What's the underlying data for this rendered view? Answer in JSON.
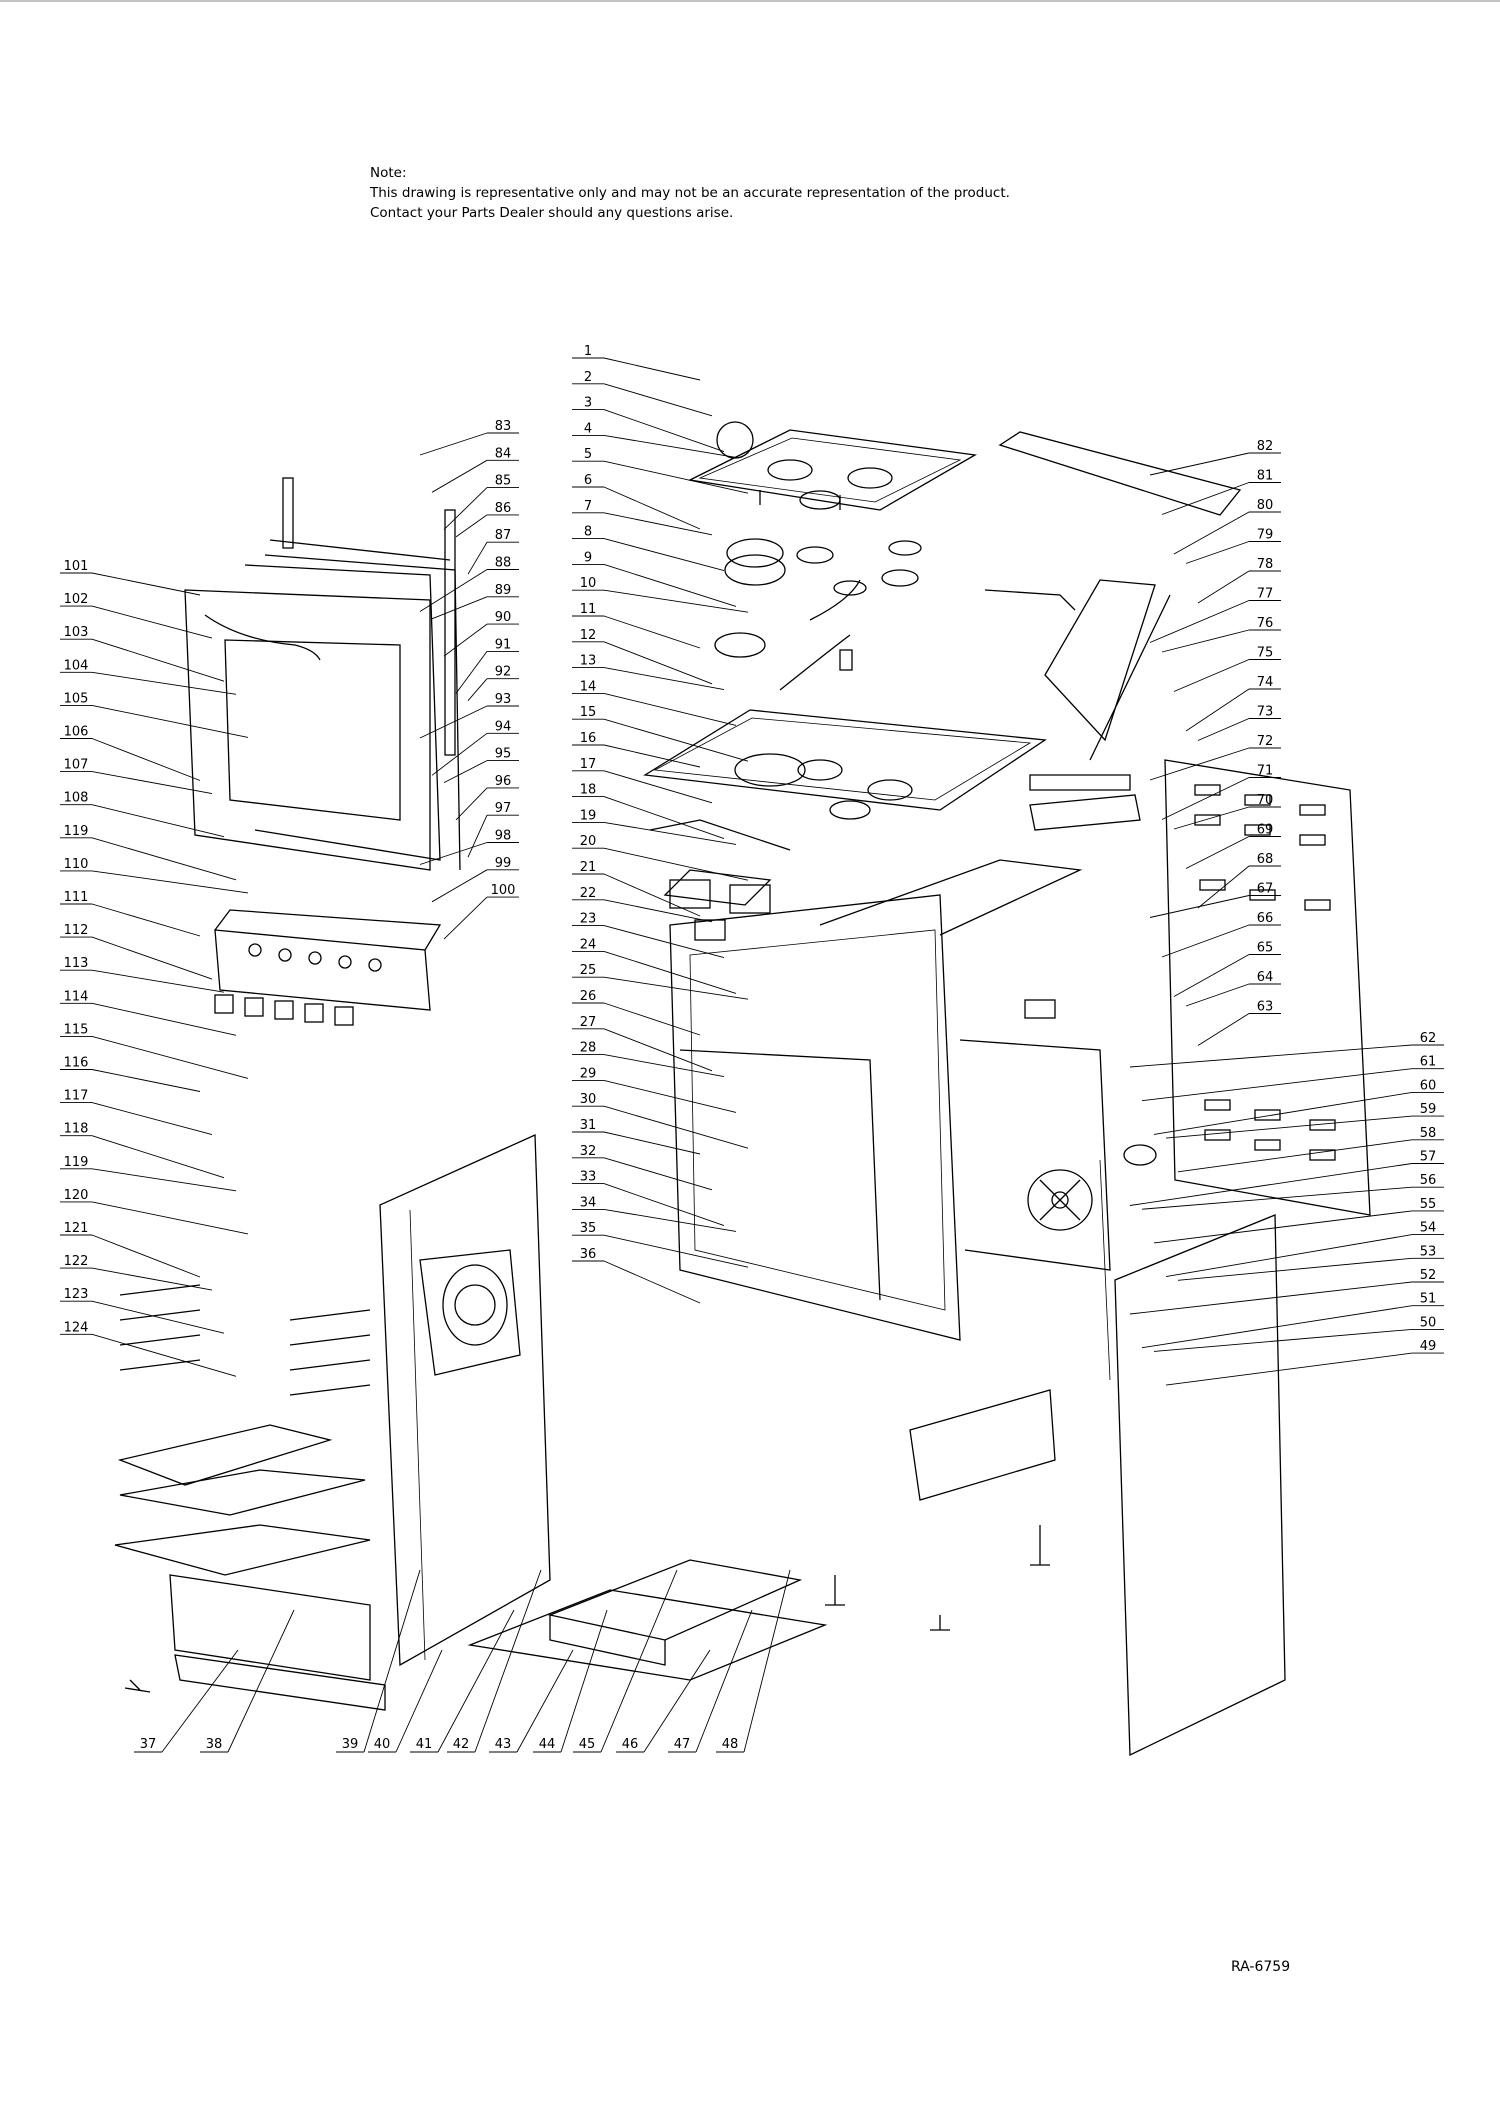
{
  "note": {
    "heading": "Note:",
    "line1": "This drawing is representative only and may not be an accurate representation of the product.",
    "line2": "Contact your Parts Dealer should any questions arise."
  },
  "drawing_code": "RA-6759",
  "part_numbers": {
    "top_left": [
      "83",
      "84",
      "85",
      "86",
      "87",
      "88",
      "89",
      "90",
      "91",
      "92",
      "93",
      "94",
      "95",
      "96",
      "97",
      "98",
      "99",
      "100"
    ],
    "left": [
      "101",
      "102",
      "103",
      "104",
      "105",
      "106",
      "107",
      "108",
      "119",
      "110",
      "111",
      "112",
      "113",
      "114",
      "115",
      "116",
      "117",
      "118",
      "119",
      "120",
      "121",
      "122",
      "123",
      "124"
    ],
    "center": [
      "1",
      "2",
      "3",
      "4",
      "5",
      "6",
      "7",
      "8",
      "9",
      "10",
      "11",
      "12",
      "13",
      "14",
      "15",
      "16",
      "17",
      "18",
      "19",
      "20",
      "21",
      "22",
      "23",
      "24",
      "25",
      "26",
      "27",
      "28",
      "29",
      "30",
      "31",
      "32",
      "33",
      "34",
      "35",
      "36"
    ],
    "upper_right": [
      "82",
      "81",
      "80",
      "79",
      "78",
      "77",
      "76",
      "75",
      "74",
      "73",
      "72",
      "71",
      "70",
      "69",
      "68",
      "67",
      "66",
      "65",
      "64",
      "63"
    ],
    "right": [
      "62",
      "61",
      "60",
      "59",
      "58",
      "57",
      "56",
      "55",
      "54",
      "53",
      "52",
      "51",
      "50",
      "49"
    ],
    "bottom": [
      "37",
      "38",
      "39",
      "40",
      "41",
      "42",
      "43",
      "44",
      "45",
      "46",
      "47",
      "48"
    ]
  }
}
